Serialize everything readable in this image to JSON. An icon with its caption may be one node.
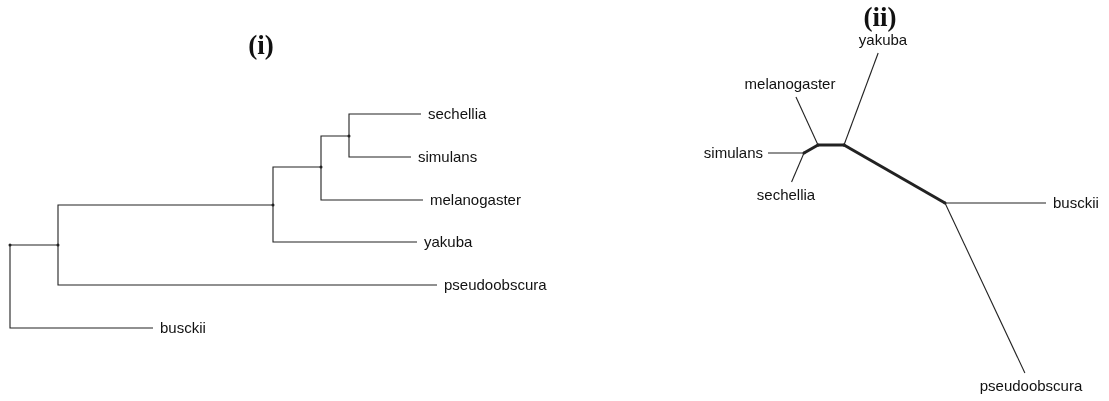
{
  "diagram": {
    "nodes": [
      {
        "text": [],
        "shape": "dot"
      },
      {
        "text": [],
        "shape": "dot"
      },
      {
        "text": [],
        "shape": "dot"
      },
      {
        "text": [],
        "shape": "dot"
      },
      {
        "text": [],
        "shape": "dot"
      },
      {
        "text": [
          "sechellia"
        ]
      },
      {
        "text": [
          "simulans"
        ]
      },
      {
        "text": [
          "melanogaster"
        ]
      },
      {
        "text": [
          "yakuba"
        ]
      },
      {
        "text": [
          "pseudoobscura"
        ]
      },
      {
        "text": [
          "busckii"
        ]
      },
      {
        "text": [
          "yakuba"
        ]
      },
      {
        "text": [
          "melanogaster"
        ]
      },
      {
        "text": [
          "simulans"
        ]
      },
      {
        "text": [
          "sechellia"
        ]
      },
      {
        "text": [
          "busckii"
        ]
      },
      {
        "text": [
          "pseudoobscura"
        ]
      },
      {
        "text": [],
        "shape": "dot"
      },
      {
        "text": [],
        "shape": "dot"
      },
      {
        "text": [],
        "shape": "dot"
      },
      {
        "text": [],
        "shape": "dot"
      }
    ],
    "edges": [
      {
        "from": 0,
        "to": 1,
        "arrow": "none"
      },
      {
        "from": 0,
        "to": 10,
        "arrow": "none"
      },
      {
        "from": 1,
        "to": 2,
        "arrow": "none"
      },
      {
        "from": 1,
        "to": 9,
        "arrow": "none"
      },
      {
        "from": 2,
        "to": 3,
        "arrow": "none"
      },
      {
        "from": 2,
        "to": 8,
        "arrow": "none"
      },
      {
        "from": 3,
        "to": 4,
        "arrow": "none"
      },
      {
        "from": 3,
        "to": 7,
        "arrow": "none"
      },
      {
        "from": 4,
        "to": 5,
        "arrow": "none"
      },
      {
        "from": 4,
        "to": 6,
        "arrow": "none"
      },
      {
        "from": 18,
        "to": 12,
        "arrow": "none"
      },
      {
        "from": 19,
        "to": 11,
        "arrow": "none"
      },
      {
        "from": 17,
        "to": 13,
        "arrow": "none"
      },
      {
        "from": 17,
        "to": 14,
        "arrow": "none"
      },
      {
        "from": 20,
        "to": 15,
        "arrow": "none"
      },
      {
        "from": 20,
        "to": 16,
        "arrow": "none"
      },
      {
        "from": 17,
        "to": 18,
        "arrow": "none",
        "style": "thick"
      },
      {
        "from": 18,
        "to": 19,
        "arrow": "none",
        "style": "thick"
      },
      {
        "from": 19,
        "to": 20,
        "arrow": "none",
        "style": "thick"
      }
    ],
    "labels": [
      "(i)",
      "(ii)"
    ]
  }
}
